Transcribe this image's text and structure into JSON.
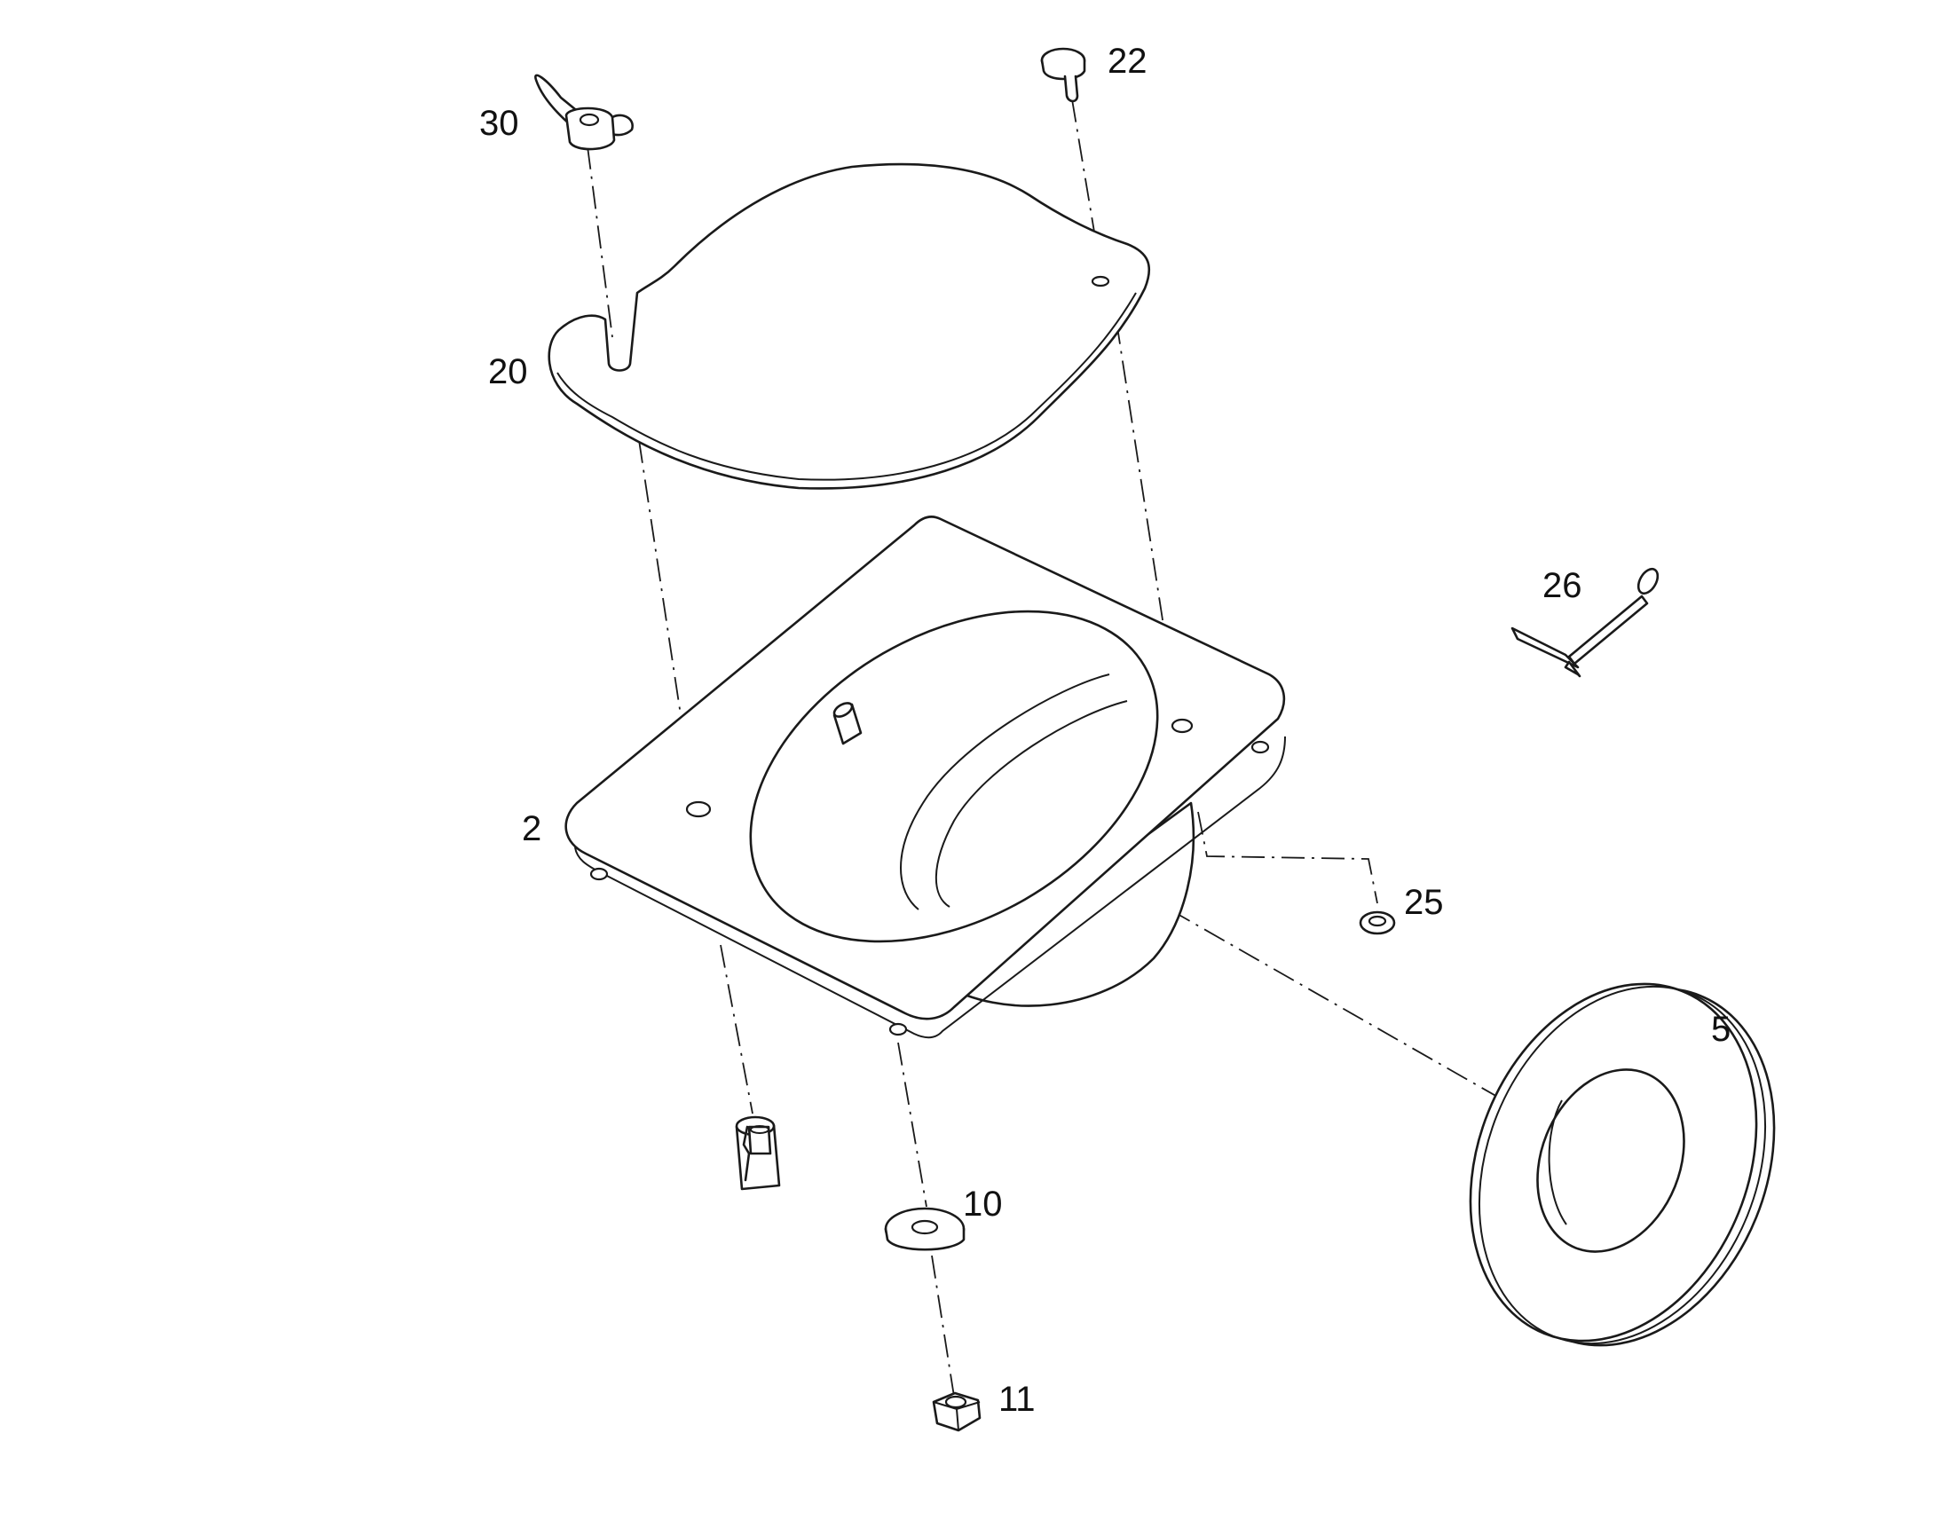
{
  "callouts": {
    "p2": "2",
    "p5": "5",
    "p10": "10",
    "p11": "11",
    "p20": "20",
    "p22": "22",
    "p25": "25",
    "p26": "26",
    "p30": "30"
  },
  "colors": {
    "line": "#1a1a1a",
    "background": "#ffffff"
  }
}
